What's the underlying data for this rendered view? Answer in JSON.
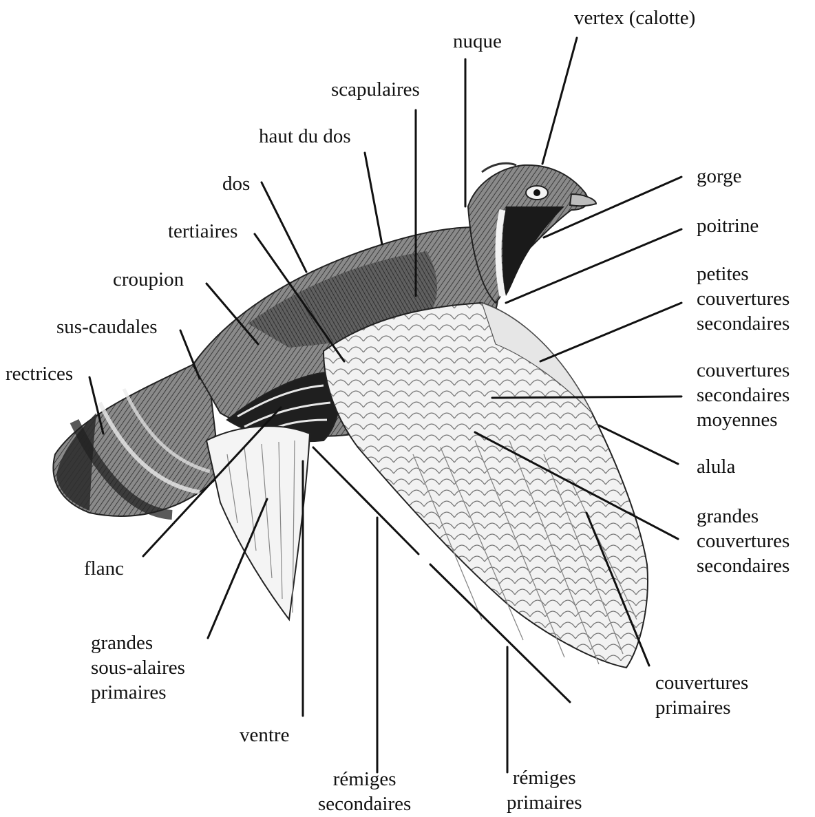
{
  "labels": {
    "vertex": [
      "vertex (calotte)"
    ],
    "nuque": [
      "nuque"
    ],
    "scapulaires": [
      "scapulaires"
    ],
    "haut_du_dos": [
      "haut du dos"
    ],
    "dos": [
      "dos"
    ],
    "tertiaires": [
      "tertiaires"
    ],
    "croupion": [
      "croupion"
    ],
    "sus_caudales": [
      "sus-caudales"
    ],
    "rectrices": [
      "rectrices"
    ],
    "gorge": [
      "gorge"
    ],
    "poitrine": [
      "poitrine"
    ],
    "petites_couvertures": [
      "petites",
      "couvertures",
      "secondaires"
    ],
    "couvertures_moyennes": [
      "couvertures",
      "secondaires",
      "moyennes"
    ],
    "alula": [
      "alula"
    ],
    "grandes_couvertures": [
      "grandes",
      "couvertures",
      "secondaires"
    ],
    "couvertures_primaires": [
      "couvertures",
      "primaires"
    ],
    "flanc": [
      "flanc"
    ],
    "grandes_sous_alaires": [
      "grandes",
      "sous-alaires",
      "primaires"
    ],
    "ventre": [
      "ventre"
    ],
    "remiges_secondaires": [
      "rémiges",
      "secondaires"
    ],
    "remiges_primaires": [
      "rémiges",
      "primaires"
    ]
  },
  "colors": {
    "ink": "#111111",
    "plumage_dark": "#3a3a3a",
    "plumage_mid": "#6e6e6e",
    "wing_light": "#eeeeee",
    "background": "#ffffff"
  }
}
